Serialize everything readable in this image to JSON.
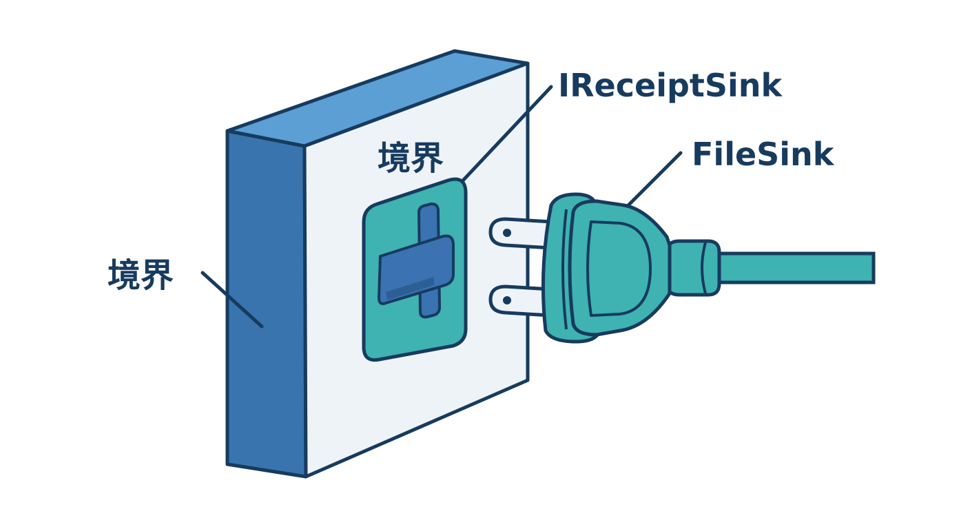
{
  "labels": {
    "wall_front": "境界",
    "wall_side": "境界",
    "interface": "IReceiptSink",
    "implementation": "FileSink"
  },
  "colors": {
    "outline": "#173b5e",
    "wall_side": "#3a74ae",
    "wall_top": "#5b9fd5",
    "wall_face": "#eef3f8",
    "socket": "#3fb2b2",
    "socket_slot": "#3a72b2",
    "plug": "#3fb2b2",
    "prong": "#eef3f8"
  },
  "icons": {
    "socket": "power-socket-icon",
    "plug": "power-plug-icon"
  }
}
